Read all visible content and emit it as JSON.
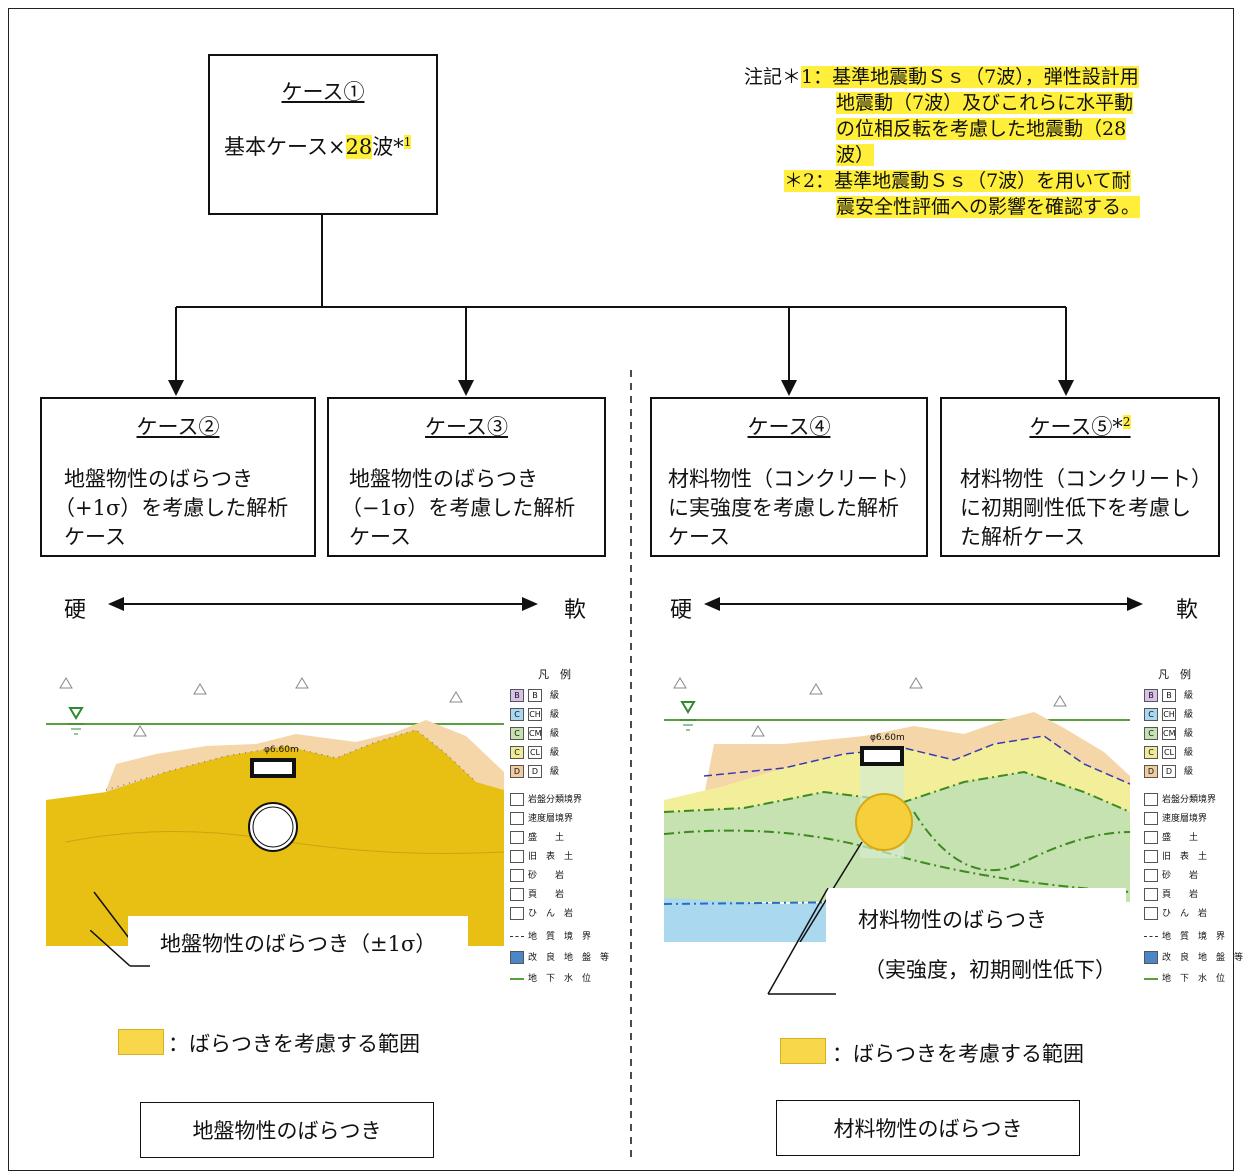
{
  "case1": {
    "title": "ケース①",
    "text_pre": "基本ケース×",
    "text_num": "28",
    "text_post": "波*",
    "sup": "1"
  },
  "note": {
    "prefix": "注記＊",
    "line1_num": "1：",
    "line1a": "基準地震動Ｓｓ（7波），弾性設計用",
    "line1b": "地震動（7波）及びこれらに水平動",
    "line1c": "の位相反転を考慮した地震動（28",
    "line1d": "波）",
    "line2_num": "＊2：",
    "line2a": "基準地震動Ｓｓ（7波）を用いて耐",
    "line2b": "震安全性評価への影響を確認する。"
  },
  "case2": {
    "title": "ケース②",
    "l1": "地盤物性のばらつき",
    "l2": "（+1σ）を考慮した解析",
    "l3": "ケース"
  },
  "case3": {
    "title": "ケース③",
    "l1": "地盤物性のばらつき",
    "l2": "（−1σ）を考慮した解析",
    "l3": "ケース"
  },
  "case4": {
    "title": "ケース④",
    "l1": "材料物性（コンクリート）",
    "l2": "に実強度を考慮した解析",
    "l3": "ケース"
  },
  "case5": {
    "title": "ケース⑤*",
    "sup": "2",
    "l1": "材料物性（コンクリート）",
    "l2": "に初期剛性低下を考慮し",
    "l3": "た解析ケース"
  },
  "scale": {
    "hard": "硬",
    "soft": "軟"
  },
  "left_panel": {
    "dim": "φ6.60m",
    "callout": "地盤物性のばらつき（±1σ）",
    "legend_note": "：ばらつきを考慮する範囲",
    "footer": "地盤物性のばらつき"
  },
  "right_panel": {
    "dim": "φ6.60m",
    "callout1": "材料物性のばらつき",
    "callout2": "（実強度，初期剛性低下）",
    "legend_note": "：ばらつきを考慮する範囲",
    "footer": "材料物性のばらつき"
  },
  "legend": {
    "title": "凡　例",
    "grades": [
      {
        "code": "B",
        "label": "級",
        "color": "#d9c2ea"
      },
      {
        "code": "CH",
        "label": "級",
        "color": "#a9d8ef"
      },
      {
        "code": "CM",
        "label": "級",
        "color": "#c5e2b0"
      },
      {
        "code": "CL",
        "label": "級",
        "color": "#eeeb9a"
      },
      {
        "code": "D",
        "label": "級",
        "color": "#f2cba0"
      }
    ],
    "items": [
      "岩盤分類境界",
      "速度層境界",
      "盛　　土",
      "旧　表　土",
      "砂　　岩",
      "頁　　岩",
      "ひ　ん　岩",
      "地　質　境　界",
      "改　良　地　盤　等",
      "地　下　水　位"
    ]
  },
  "colors": {
    "highlight": "#ffef3a",
    "ground_yellow": "#e8c014",
    "material_yellow": "#f6cf3c",
    "green": "#5aa040"
  }
}
